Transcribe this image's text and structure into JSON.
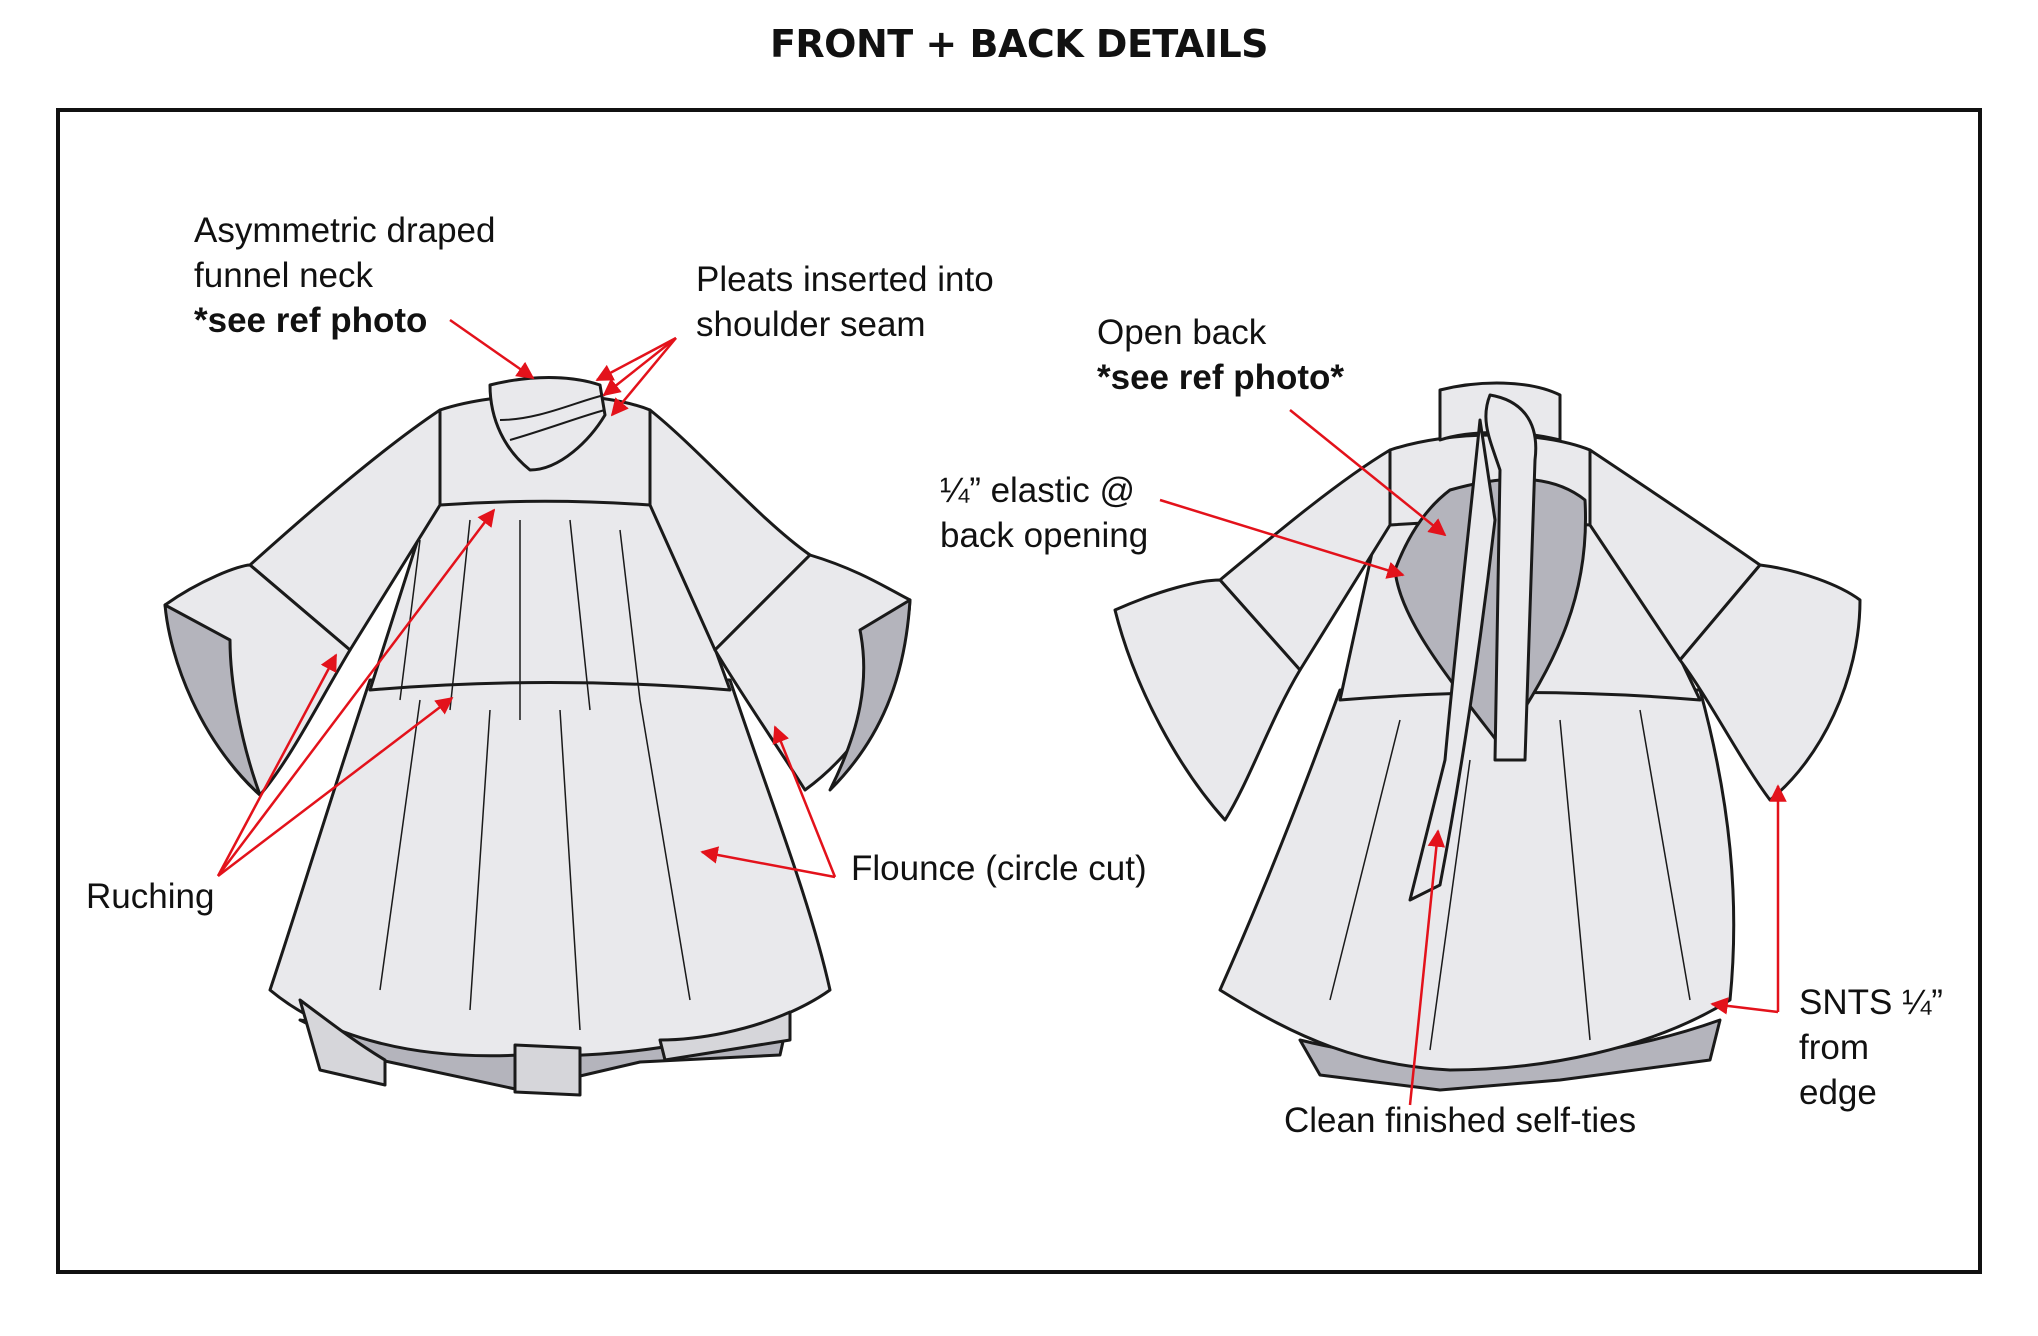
{
  "title": "FRONT + BACK DETAILS",
  "colors": {
    "annotation_arrow": "#e3121b",
    "garment_fill": "#e9e9ec",
    "lining_fill": "#b4b4bc",
    "outline": "#1a1a1a"
  },
  "front_view": {
    "callouts": {
      "funnel_neck": {
        "line1": "Asymmetric draped",
        "line2": "funnel neck",
        "note": "*see ref photo"
      },
      "pleats": {
        "line1": "Pleats inserted into",
        "line2": "shoulder seam"
      },
      "ruching": {
        "text": "Ruching"
      },
      "flounce": {
        "text": "Flounce (circle cut)"
      }
    }
  },
  "back_view": {
    "callouts": {
      "open_back": {
        "line1": "Open back",
        "note": "*see ref photo*"
      },
      "elastic": {
        "line1": "¼” elastic @",
        "line2": "back opening"
      },
      "self_ties": {
        "text": "Clean finished self-ties"
      },
      "snts": {
        "line1": "SNTS ¼”",
        "line2": "from",
        "line3": "edge"
      }
    }
  }
}
